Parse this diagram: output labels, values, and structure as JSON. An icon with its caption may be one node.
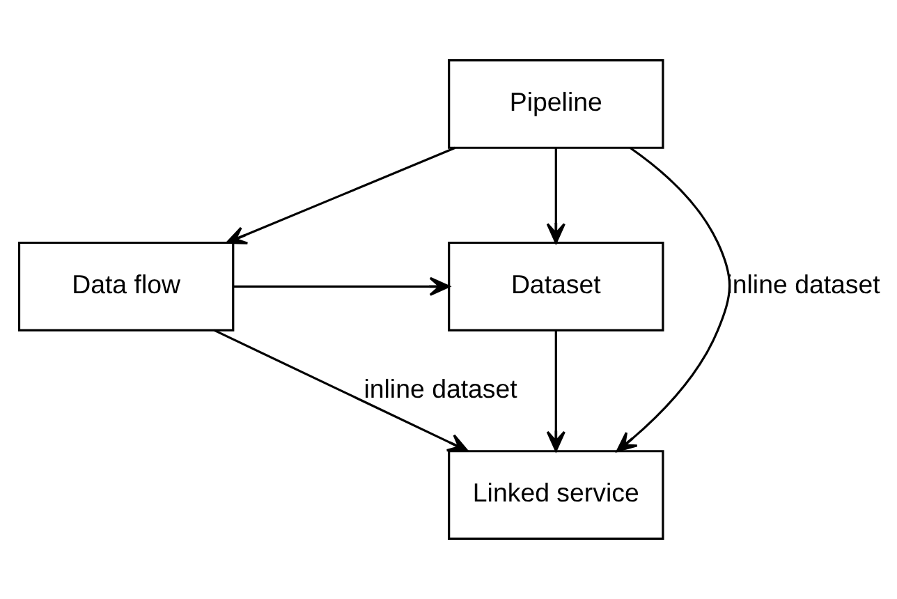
{
  "diagram": {
    "nodes": [
      {
        "text": [
          "Pipeline"
        ]
      },
      {
        "text": [
          "Dataset"
        ]
      },
      {
        "text": [
          "Data flow"
        ]
      },
      {
        "text": [
          "Linked service"
        ]
      }
    ],
    "edges": [
      {
        "from": 0,
        "to": 1,
        "arrow": "to"
      },
      {
        "from": 0,
        "to": 2,
        "arrow": "to"
      },
      {
        "from": 2,
        "to": 1,
        "arrow": "to"
      },
      {
        "from": 1,
        "to": 3,
        "arrow": "to"
      },
      {
        "from": 0,
        "to": 3,
        "arrow": "to",
        "label": "inline dataset"
      },
      {
        "from": 2,
        "to": 3,
        "arrow": "to",
        "label": "inline dataset"
      }
    ]
  }
}
